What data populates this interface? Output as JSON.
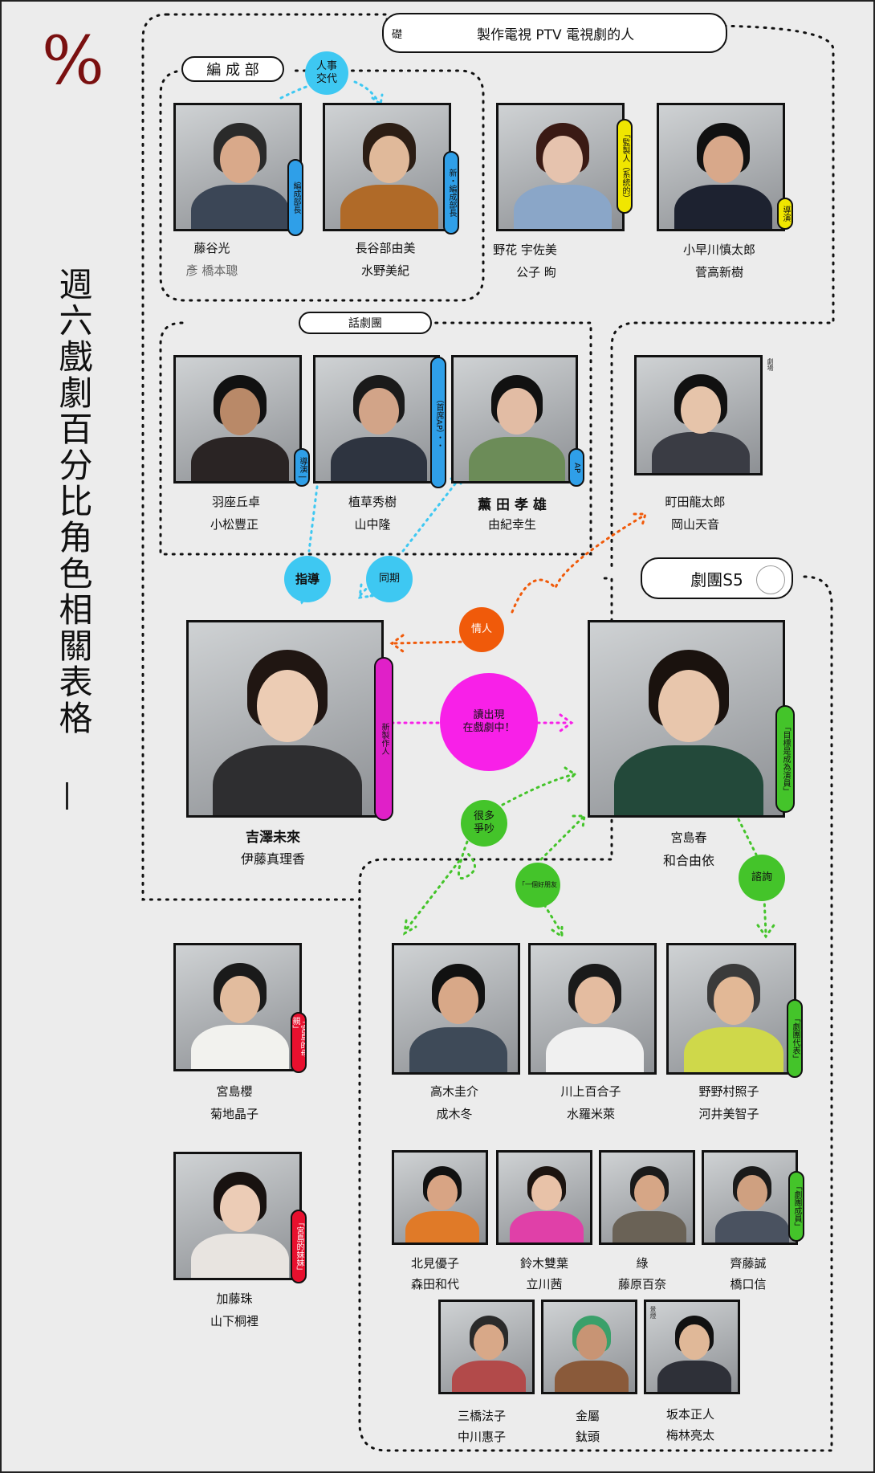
{
  "logo": "%",
  "title": "週六戲劇百分比角色相關表格",
  "groups": {
    "ptv": "製作電視 PTV 電視劇的人",
    "ptv_prefix": "礎",
    "bianchengbu": "編 成 部",
    "drama": "話劇團",
    "troupe": "劇團S5"
  },
  "relations": {
    "jinshi": "人事\n交代",
    "zhidao": "指導",
    "tongqi": "同期",
    "qingren": "情人",
    "dujian": "讀出現\n在戲劇中！",
    "henduo": "很多\n爭吵",
    "pengyou": "「一個好朋友",
    "zixun": "諮詢"
  },
  "people": [
    {
      "id": "fujiya",
      "name": "藤谷光",
      "actor": "彥 橋本聰",
      "tag": "編成部長",
      "tag_color": "blue"
    },
    {
      "id": "hasebe",
      "name": "長谷部由美",
      "actor": "水野美紀",
      "tag": "新・編成部長",
      "tag_color": "blue"
    },
    {
      "id": "nohana",
      "name": "野花 宇佐美",
      "actor": "公子 昫",
      "tag": "「監製人（系統的）",
      "tag_color": "yellow"
    },
    {
      "id": "kobayakawa",
      "name": "小早川慎太郎",
      "actor": "菅高新樹",
      "tag": "導演",
      "tag_color": "yellow"
    },
    {
      "id": "haza",
      "name": "羽座丘卓",
      "actor": "小松豐正",
      "tag": "導演 |",
      "tag_color": "blue"
    },
    {
      "id": "ueku",
      "name": "植草秀樹",
      "actor": "山中隆",
      "tag": "（首席AP）・・",
      "tag_color": "blue"
    },
    {
      "id": "kaoruta",
      "name": "薰 田 孝 雄",
      "actor": "由紀幸生",
      "tag": "AP",
      "tag_color": "blue"
    },
    {
      "id": "machida",
      "name": "町田龍太郎",
      "actor": "岡山天音",
      "tag": "劇場",
      "tag_color": "none"
    },
    {
      "id": "yoshizawa",
      "name": "吉澤未來",
      "actor": "伊藤真理香",
      "tag": "新製作人",
      "tag_color": "magenta"
    },
    {
      "id": "miyajima",
      "name": "宮島春",
      "actor": "和合由依",
      "tag": "「目標是成為演員」",
      "tag_color": "green"
    },
    {
      "id": "takagi",
      "name": "高木圭介",
      "actor": "成木冬",
      "tag": "",
      "tag_color": "none"
    },
    {
      "id": "kawakami",
      "name": "川上百合子",
      "actor": "水羅米萊",
      "tag": "",
      "tag_color": "none"
    },
    {
      "id": "nonomura",
      "name": "野野村照子",
      "actor": "河井美智子",
      "tag": "「劇團代表」",
      "tag_color": "green"
    },
    {
      "id": "kitami",
      "name": "北見優子",
      "actor": "森田和代",
      "tag": "",
      "tag_color": "none"
    },
    {
      "id": "suzuki",
      "name": "鈴木雙葉",
      "actor": "立川茜",
      "tag": "",
      "tag_color": "none"
    },
    {
      "id": "midori",
      "name": "綠",
      "actor": "藤原百奈",
      "tag": "",
      "tag_color": "none"
    },
    {
      "id": "saito",
      "name": "齊藤誠",
      "actor": "橋口信",
      "tag": "「劇團成員」",
      "tag_color": "green"
    },
    {
      "id": "mitsuhashi",
      "name": "三橋法子",
      "actor": "中川惠子",
      "tag": "",
      "tag_color": "none"
    },
    {
      "id": "kinpaku",
      "name": "金屬",
      "actor": "鈦頭",
      "tag": "",
      "tag_color": "none"
    },
    {
      "id": "sakamoto",
      "name": "坂本正人",
      "actor": "梅林亮太",
      "tag": "景燈",
      "tag_color": "none"
    },
    {
      "id": "miyajima_sakura",
      "name": "宮島櫻",
      "actor": "菊地晶子",
      "tag": "「宮島的母親」",
      "tag_color": "red"
    },
    {
      "id": "kato",
      "name": "加藤珠",
      "actor": "山下桐裡",
      "tag": "「宮島的妹妹」",
      "tag_color": "red"
    }
  ],
  "colors": {
    "blue": "#2f9fe8",
    "yellow": "#f0e600",
    "magenta": "#e020c8",
    "green": "#44c42a",
    "red": "#e8102e",
    "orange": "#f05a0a"
  }
}
